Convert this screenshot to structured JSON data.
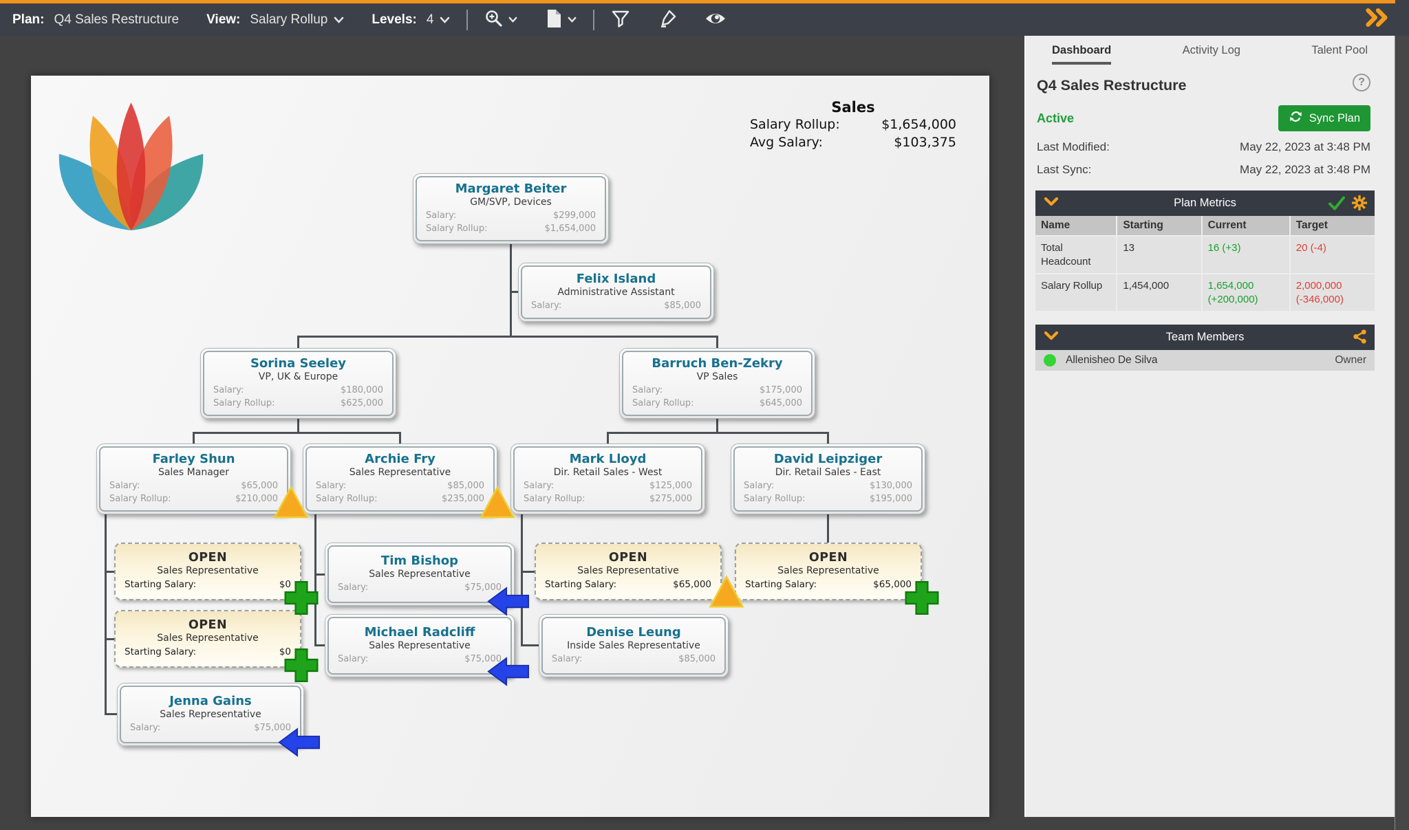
{
  "toolbar": {
    "plan_label": "Plan:",
    "plan_value": "Q4 Sales Restructure",
    "view_label": "View:",
    "view_value": "Salary Rollup",
    "levels_label": "Levels:",
    "levels_value": "4",
    "icons": [
      "zoom-in",
      "document-export",
      "filter",
      "highlighter",
      "visibility",
      "expand-panel"
    ]
  },
  "canvas": {
    "summary": {
      "title": "Sales",
      "rows": [
        {
          "label": "Salary Rollup:",
          "value": "$1,654,000"
        },
        {
          "label": "Avg Salary:",
          "value": "$103,375"
        }
      ]
    }
  },
  "nodes": [
    {
      "id": "margaret",
      "name": "Margaret Beiter",
      "title": "GM/SVP, Devices",
      "rows": [
        {
          "label": "Salary:",
          "value": "$299,000"
        },
        {
          "label": "Salary Rollup:",
          "value": "$1,654,000"
        }
      ],
      "open": false,
      "badge": null
    },
    {
      "id": "felix",
      "name": "Felix Island",
      "title": "Administrative Assistant",
      "rows": [
        {
          "label": "Salary:",
          "value": "$85,000"
        }
      ],
      "open": false,
      "badge": null
    },
    {
      "id": "sorina",
      "name": "Sorina Seeley",
      "title": "VP, UK & Europe",
      "rows": [
        {
          "label": "Salary:",
          "value": "$180,000"
        },
        {
          "label": "Salary Rollup:",
          "value": "$625,000"
        }
      ],
      "open": false,
      "badge": null
    },
    {
      "id": "barruch",
      "name": "Barruch Ben-Zekry",
      "title": "VP Sales",
      "rows": [
        {
          "label": "Salary:",
          "value": "$175,000"
        },
        {
          "label": "Salary Rollup:",
          "value": "$645,000"
        }
      ],
      "open": false,
      "badge": null
    },
    {
      "id": "farley",
      "name": "Farley Shun",
      "title": "Sales Manager",
      "rows": [
        {
          "label": "Salary:",
          "value": "$65,000"
        },
        {
          "label": "Salary Rollup:",
          "value": "$210,000"
        }
      ],
      "open": false,
      "badge": "warning-triangle"
    },
    {
      "id": "archie",
      "name": "Archie Fry",
      "title": "Sales Representative",
      "rows": [
        {
          "label": "Salary:",
          "value": "$85,000"
        },
        {
          "label": "Salary Rollup:",
          "value": "$235,000"
        }
      ],
      "open": false,
      "badge": "warning-triangle"
    },
    {
      "id": "mark",
      "name": "Mark Lloyd",
      "title": "Dir. Retail Sales - West",
      "rows": [
        {
          "label": "Salary:",
          "value": "$125,000"
        },
        {
          "label": "Salary Rollup:",
          "value": "$275,000"
        }
      ],
      "open": false,
      "badge": null
    },
    {
      "id": "david",
      "name": "David Leipziger",
      "title": "Dir. Retail Sales - East",
      "rows": [
        {
          "label": "Salary:",
          "value": "$130,000"
        },
        {
          "label": "Salary Rollup:",
          "value": "$195,000"
        }
      ],
      "open": false,
      "badge": null
    },
    {
      "id": "open1",
      "name": "OPEN",
      "title": "Sales Representative",
      "rows": [
        {
          "label": "Starting Salary:",
          "value": "$0"
        }
      ],
      "open": true,
      "badge": "add-plus"
    },
    {
      "id": "open2",
      "name": "OPEN",
      "title": "Sales Representative",
      "rows": [
        {
          "label": "Starting Salary:",
          "value": "$0"
        }
      ],
      "open": true,
      "badge": "add-plus"
    },
    {
      "id": "jenna",
      "name": "Jenna Gains",
      "title": "Sales Representative",
      "rows": [
        {
          "label": "Salary:",
          "value": "$75,000"
        }
      ],
      "open": false,
      "badge": "moved-arrow"
    },
    {
      "id": "tim",
      "name": "Tim Bishop",
      "title": "Sales Representative",
      "rows": [
        {
          "label": "Salary:",
          "value": "$75,000"
        }
      ],
      "open": false,
      "badge": "moved-arrow"
    },
    {
      "id": "michael",
      "name": "Michael Radcliff",
      "title": "Sales Representative",
      "rows": [
        {
          "label": "Salary:",
          "value": "$75,000"
        }
      ],
      "open": false,
      "badge": "moved-arrow"
    },
    {
      "id": "open3",
      "name": "OPEN",
      "title": "Sales Representative",
      "rows": [
        {
          "label": "Starting Salary:",
          "value": "$65,000"
        }
      ],
      "open": true,
      "badge": "warning-triangle"
    },
    {
      "id": "denise",
      "name": "Denise Leung",
      "title": "Inside Sales Representative",
      "rows": [
        {
          "label": "Salary:",
          "value": "$85,000"
        }
      ],
      "open": false,
      "badge": null
    },
    {
      "id": "open4",
      "name": "OPEN",
      "title": "Sales Representative",
      "rows": [
        {
          "label": "Starting Salary:",
          "value": "$65,000"
        }
      ],
      "open": true,
      "badge": "add-plus"
    }
  ],
  "sidebar": {
    "tabs": [
      "Dashboard",
      "Activity Log",
      "Talent Pool"
    ],
    "active_tab": "Dashboard",
    "title": "Q4 Sales Restructure",
    "status": "Active",
    "sync_button": "Sync Plan",
    "last_modified_label": "Last Modified:",
    "last_modified_value": "May 22, 2023 at 3:48 PM",
    "last_sync_label": "Last Sync:",
    "last_sync_value": "May 22, 2023 at 3:48 PM",
    "plan_metrics": {
      "title": "Plan Metrics",
      "columns": [
        "Name",
        "Starting",
        "Current",
        "Target"
      ],
      "rows": [
        {
          "cells": [
            "Total Headcount",
            "13",
            "16 (+3)",
            "20 (-4)"
          ],
          "cell_colors": [
            "default",
            "default",
            "green",
            "red"
          ]
        },
        {
          "cells": [
            "Salary Rollup",
            "1,454,000",
            "1,654,000 (+200,000)",
            "2,000,000 (-346,000)"
          ],
          "cell_colors": [
            "default",
            "default",
            "green",
            "red"
          ]
        }
      ]
    },
    "team_members": {
      "title": "Team Members",
      "members": [
        {
          "name": "Allenisheo De Silva",
          "role": "Owner",
          "status_color": "#35D435"
        }
      ]
    }
  },
  "colors": {
    "accent_orange": "#F0941D",
    "toolbar_bg": "#3c4048",
    "node_name_teal": "#17718F",
    "positive_green": "#18A22C",
    "negative_red": "#E33E36",
    "sync_green": "#1E9634",
    "warning_triangle": "#F6A81F",
    "add_plus": "#1FA31A",
    "moved_arrow": "#2443E8"
  }
}
